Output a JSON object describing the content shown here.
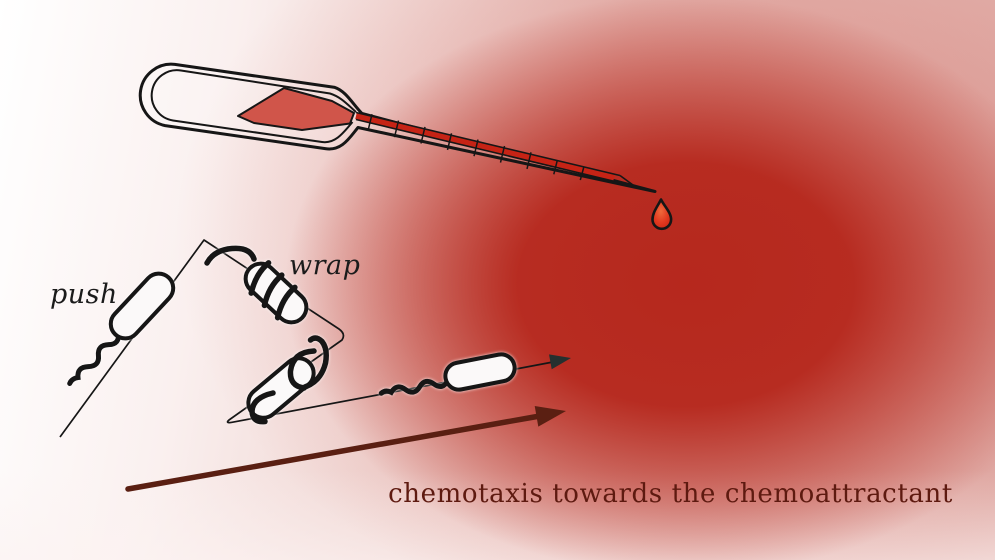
{
  "illustration": {
    "caption": "chemotaxis towards the chemoattractant",
    "labels": {
      "push": "push",
      "wrap": "wrap"
    },
    "shapes": {
      "pipette": "pasteur-pipette-with-chemoattractant",
      "droplet": "chemoattractant-droplet",
      "gradient_blob": "chemoattractant-concentration-field",
      "trajectory": "run-and-turn-swim-path",
      "thin_arrow": "swim-direction-arrow",
      "thick_arrow": "chemotaxis-direction-arrow",
      "bacteria": [
        "push-mode-swimmer",
        "wrap-mode-swimmer",
        "wrap-mode-swimmer-turning",
        "push-mode-swimmer-running"
      ]
    }
  },
  "colors": {
    "blob_red": "#b5261b",
    "stem_liquid": "#c62315",
    "bulb_liquid": "#d0554a",
    "droplet": "#e23a20",
    "arrow": "#5a1f12",
    "caption_text": "#5e1a10",
    "label_text": "#1b1b1b",
    "ink": "#161616",
    "body_fill": "#fbf9f9"
  }
}
